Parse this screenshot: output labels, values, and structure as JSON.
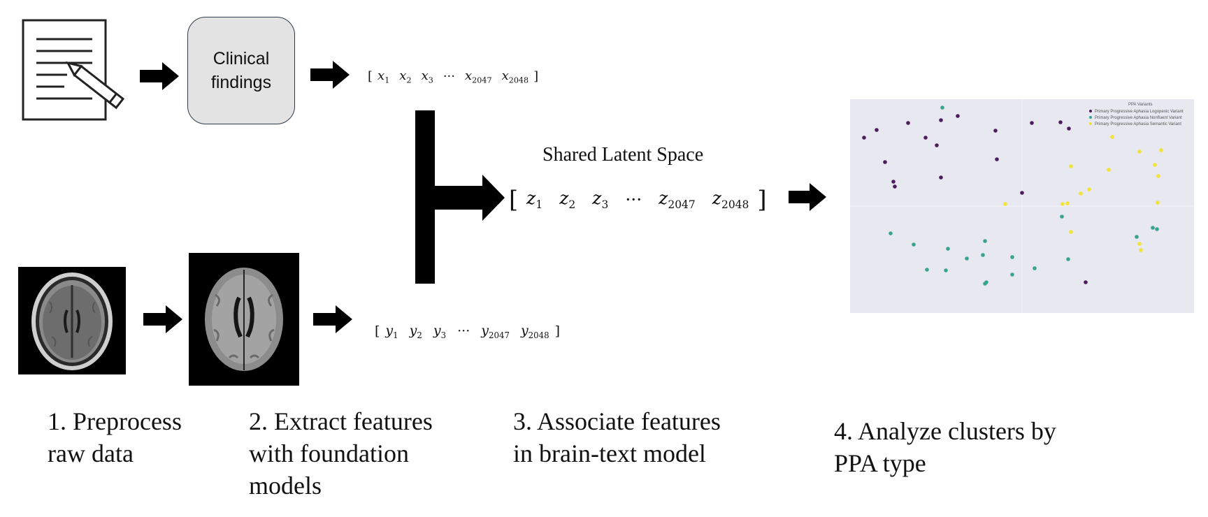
{
  "clinical_box": {
    "line1": "Clinical",
    "line2": "findings"
  },
  "text_vector": {
    "open": "[",
    "items": [
      {
        "base": "x",
        "sub": "1"
      },
      {
        "base": "x",
        "sub": "2"
      },
      {
        "base": "x",
        "sub": "3"
      },
      {
        "base": "···",
        "sub": ""
      },
      {
        "base": "x",
        "sub": "2047"
      },
      {
        "base": "x",
        "sub": "2048"
      }
    ],
    "close": "]"
  },
  "image_vector": {
    "open": "[",
    "items": [
      {
        "base": "y",
        "sub": "1"
      },
      {
        "base": "y",
        "sub": "2"
      },
      {
        "base": "y",
        "sub": "3"
      },
      {
        "base": "···",
        "sub": ""
      },
      {
        "base": "y",
        "sub": "2047"
      },
      {
        "base": "y",
        "sub": "2048"
      }
    ],
    "close": "]"
  },
  "latent_vector": {
    "label": "Shared Latent Space",
    "open": "[",
    "items": [
      {
        "base": "z",
        "sub": "1"
      },
      {
        "base": "z",
        "sub": "2"
      },
      {
        "base": "z",
        "sub": "3"
      },
      {
        "base": "···",
        "sub": ""
      },
      {
        "base": "z",
        "sub": "2047"
      },
      {
        "base": "z",
        "sub": "2048"
      }
    ],
    "close": "]"
  },
  "steps": {
    "s1_line1": "1. Preprocess",
    "s1_line2": "raw data",
    "s2_line1": "2. Extract features",
    "s2_line2": "with foundation",
    "s2_line3": "models",
    "s3_line1": "3. Associate features",
    "s3_line2": "in brain-text model",
    "s4_line1": "4. Analyze clusters by",
    "s4_line2": "PPA type"
  },
  "scatter": {
    "legend_title": "PPA Variants",
    "colors": {
      "logopenic": "#4b1d5e",
      "nonfluent": "#3aa38f",
      "semantic": "#f2e338",
      "background": "#e8e8f0"
    },
    "series": [
      {
        "name": "Primary Progressive Aphasia Logopenic Variant",
        "key": "logopenic",
        "points": [
          [
            20,
            55
          ],
          [
            38,
            44
          ],
          [
            83,
            34
          ],
          [
            130,
            30
          ],
          [
            154,
            24
          ],
          [
            108,
            55
          ],
          [
            124,
            66
          ],
          [
            50,
            90
          ],
          [
            62,
            118
          ],
          [
            64,
            125
          ],
          [
            130,
            112
          ],
          [
            208,
            45
          ],
          [
            210,
            86
          ],
          [
            260,
            34
          ],
          [
            246,
            134
          ],
          [
            301,
            33
          ],
          [
            313,
            42
          ],
          [
            337,
            262
          ]
        ]
      },
      {
        "name": "Primary Progressive Aphasia Nonfluent Variant",
        "key": "nonfluent",
        "points": [
          [
            132,
            12
          ],
          [
            58,
            192
          ],
          [
            91,
            208
          ],
          [
            110,
            244
          ],
          [
            140,
            214
          ],
          [
            137,
            245
          ],
          [
            167,
            228
          ],
          [
            193,
            203
          ],
          [
            232,
            226
          ],
          [
            232,
            251
          ],
          [
            264,
            242
          ],
          [
            193,
            264
          ],
          [
            195,
            262
          ],
          [
            303,
            168
          ],
          [
            312,
            229
          ],
          [
            410,
            197
          ],
          [
            433,
            184
          ],
          [
            439,
            186
          ],
          [
            190,
            223
          ]
        ]
      },
      {
        "name": "Primary Progressive Aphasia Semantic Variant",
        "key": "semantic",
        "points": [
          [
            375,
            54
          ],
          [
            414,
            75
          ],
          [
            445,
            73
          ],
          [
            316,
            96
          ],
          [
            370,
            101
          ],
          [
            436,
            94
          ],
          [
            441,
            110
          ],
          [
            330,
            135
          ],
          [
            342,
            129
          ],
          [
            311,
            149
          ],
          [
            440,
            148
          ],
          [
            304,
            150
          ],
          [
            222,
            150
          ],
          [
            316,
            190
          ],
          [
            414,
            207
          ],
          [
            416,
            216
          ]
        ]
      }
    ]
  }
}
